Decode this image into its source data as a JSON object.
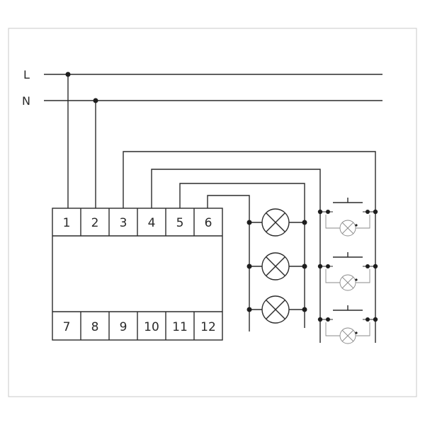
{
  "lines": [
    {
      "id": "L",
      "label": "L"
    },
    {
      "id": "N",
      "label": "N"
    }
  ],
  "module": {
    "top_terminals": [
      "1",
      "2",
      "3",
      "4",
      "5",
      "6"
    ],
    "bottom_terminals": [
      "7",
      "8",
      "9",
      "10",
      "11",
      "12"
    ]
  },
  "lamps": {
    "count": 3
  },
  "pushbuttons": {
    "count": 3
  },
  "colors": {
    "ink": "#2b2b2b",
    "frame": "#c8c8c8",
    "background": "#ffffff"
  }
}
